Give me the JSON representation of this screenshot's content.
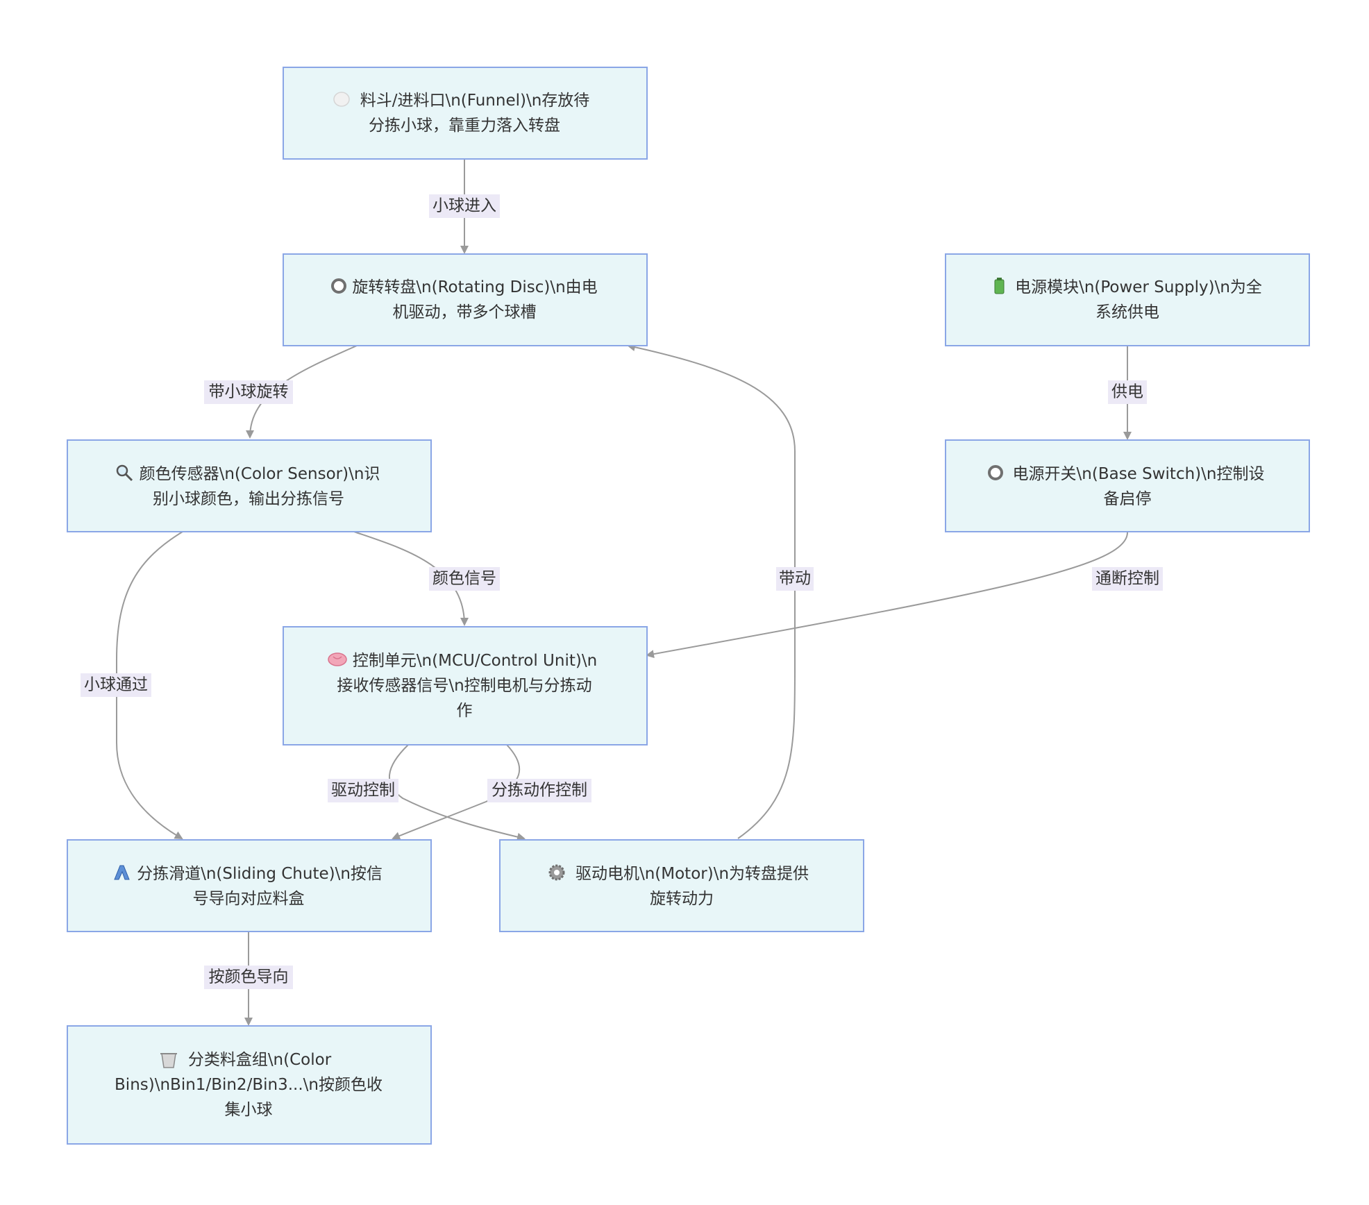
{
  "nodes": {
    "funnel": {
      "icon": "funnel-icon",
      "lines": [
        "料斗/进料口\\n(Funnel)\\n存放待",
        "分拣小球，靠重力落入转盘"
      ]
    },
    "disc": {
      "icon": "disc-icon",
      "lines": [
        "旋转转盘\\n(Rotating Disc)\\n由电",
        "机驱动，带多个球槽"
      ]
    },
    "power": {
      "icon": "battery-icon",
      "lines": [
        "电源模块\\n(Power Supply)\\n为全",
        "系统供电"
      ]
    },
    "sensor": {
      "icon": "magnifier-icon",
      "lines": [
        "颜色传感器\\n(Color Sensor)\\n识",
        "别小球颜色，输出分拣信号"
      ]
    },
    "switch": {
      "icon": "switch-icon",
      "lines": [
        "电源开关\\n(Base Switch)\\n控制设",
        "备启停"
      ]
    },
    "mcu": {
      "icon": "brain-icon",
      "lines": [
        "控制单元\\n(MCU/Control Unit)\\n",
        "接收传感器信号\\n控制电机与分拣动",
        "作"
      ]
    },
    "chute": {
      "icon": "chute-icon",
      "lines": [
        "分拣滑道\\n(Sliding Chute)\\n按信",
        "号导向对应料盒"
      ]
    },
    "motor": {
      "icon": "gear-icon",
      "lines": [
        "驱动电机\\n(Motor)\\n为转盘提供",
        "旋转动力"
      ]
    },
    "bins": {
      "icon": "bin-icon",
      "lines": [
        "分类料盒组\\n(Color",
        "Bins)\\nBin1/Bin2/Bin3...\\n按颜色收",
        "集小球"
      ]
    }
  },
  "edges": {
    "funnel_disc": "小球进入",
    "disc_sensor": "带小球旋转",
    "power_switch": "供电",
    "sensor_mcu": "颜色信号",
    "motor_disc": "带动",
    "switch_mcu": "通断控制",
    "sensor_chute": "小球通过",
    "mcu_motor": "驱动控制",
    "mcu_chute": "分拣动作控制",
    "chute_bins": "按颜色导向"
  }
}
